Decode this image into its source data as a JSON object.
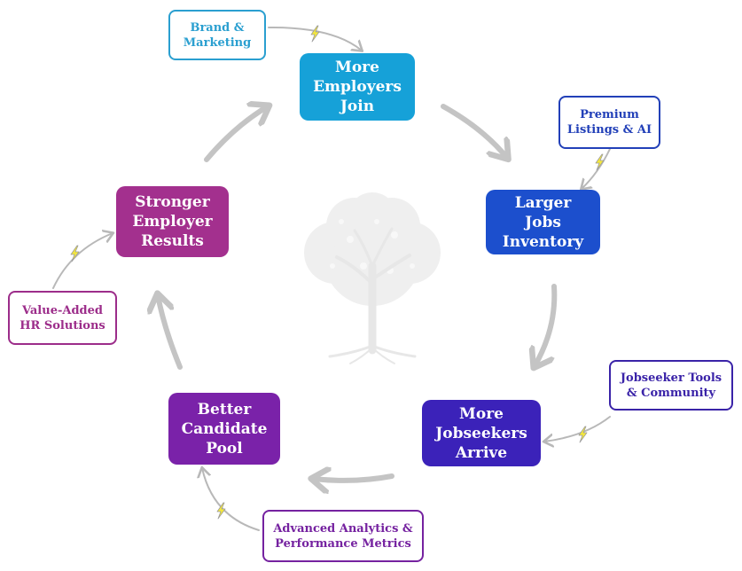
{
  "stages": [
    {
      "id": "employers",
      "label": "More\nEmployers\nJoin",
      "color": "#16a1d8"
    },
    {
      "id": "inventory",
      "label": "Larger\nJobs\nInventory",
      "color": "#1c4fcd"
    },
    {
      "id": "jobseekers",
      "label": "More\nJobseekers\nArrive",
      "color": "#3b22b9"
    },
    {
      "id": "pool",
      "label": "Better\nCandidate\nPool",
      "color": "#7a22a9"
    },
    {
      "id": "results",
      "label": "Stronger\nEmployer\nResults",
      "color": "#a3308e"
    }
  ],
  "drivers": [
    {
      "id": "brand",
      "label": "Brand &\nMarketing",
      "color": "#2a9fd0"
    },
    {
      "id": "premium",
      "label": "Premium\nListings & AI",
      "color": "#2240b8"
    },
    {
      "id": "tools",
      "label": "Jobseeker Tools\n& Community",
      "color": "#3a23a8"
    },
    {
      "id": "analytics",
      "label": "Advanced Analytics &\nPerformance Metrics",
      "color": "#7522a0"
    },
    {
      "id": "hr",
      "label": "Value-Added\nHR Solutions",
      "color": "#9c2d8a"
    }
  ],
  "icons": {
    "center": "tree-icon",
    "boost": "lightning-bolt-icon"
  },
  "colors": {
    "cycle_arrow": "#c4c4c4",
    "driver_arrow": "#b8b8b8",
    "bolt_fill": "#f6e93a",
    "bolt_stroke": "#9a9a9a"
  }
}
